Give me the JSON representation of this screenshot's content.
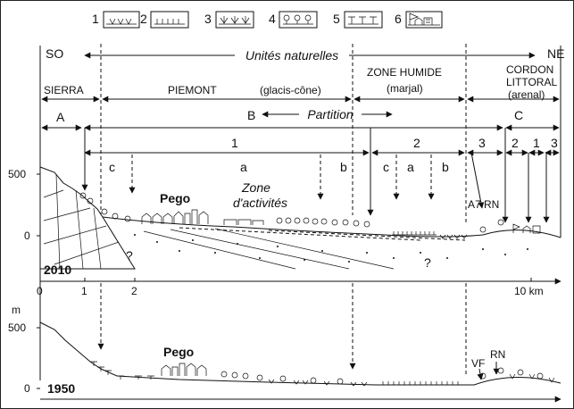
{
  "legend": [
    {
      "num": "1",
      "symbol": "vvv-icon"
    },
    {
      "num": "2",
      "symbol": "comb-icon"
    },
    {
      "num": "3",
      "symbol": "marsh-icon"
    },
    {
      "num": "4",
      "symbol": "tree-row-icon"
    },
    {
      "num": "5",
      "symbol": "citrus-row-icon"
    },
    {
      "num": "6",
      "symbol": "buildings-icon"
    }
  ],
  "orientation": {
    "left": "SO",
    "right": "NE"
  },
  "units": {
    "title": "Unités naturelles",
    "sierra": "SIERRA",
    "piemont": "PIEMONT",
    "piemont_sub": "(glacis-cône)",
    "zone_humide": "ZONE HUMIDE",
    "zone_humide_sub": "(marjal)",
    "cordon_1": "CORDON",
    "cordon_2": "LITTORAL",
    "cordon_sub": "(arenal)"
  },
  "partition": {
    "A": "A",
    "B": "B",
    "C": "C",
    "label": "Partition"
  },
  "subzones": {
    "n1": "1",
    "n2": "2",
    "n3": "3",
    "n2b": "2",
    "n1b": "1",
    "n3b": "3"
  },
  "sublabels": {
    "c1": "c",
    "a1": "a",
    "b1": "b",
    "c2": "c",
    "a2": "a",
    "b2": "b"
  },
  "top_profile": {
    "year": "2010",
    "y500": "500",
    "y0": "0",
    "town": "Pego",
    "zone_1": "Zone",
    "zone_2": "d'activités",
    "a7": "A7",
    "rn": "RN",
    "q1": "?",
    "q2": "?"
  },
  "x_axis": {
    "t0": "0",
    "t1": "1",
    "t2": "2",
    "t10": "10 km"
  },
  "bottom_profile": {
    "year": "1950",
    "unit": "m",
    "y500": "500",
    "y0": "0",
    "town": "Pego",
    "vf": "VF",
    "rn": "RN"
  }
}
